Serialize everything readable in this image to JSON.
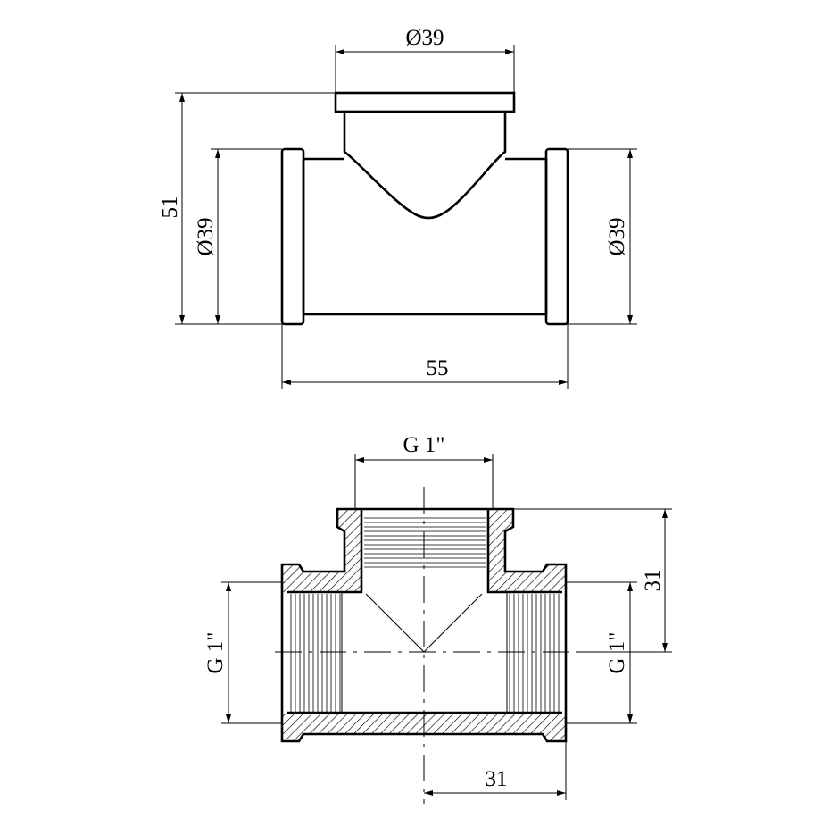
{
  "front_view": {
    "dim_top_diameter": "Ø39",
    "dim_height": "51",
    "dim_left_diameter": "Ø39",
    "dim_right_diameter": "Ø39",
    "dim_length": "55"
  },
  "section_view": {
    "dim_top_thread": "G 1\"",
    "dim_left_thread": "G 1\"",
    "dim_right_thread": "G 1\"",
    "dim_branch_height": "31",
    "dim_half_length": "31"
  }
}
